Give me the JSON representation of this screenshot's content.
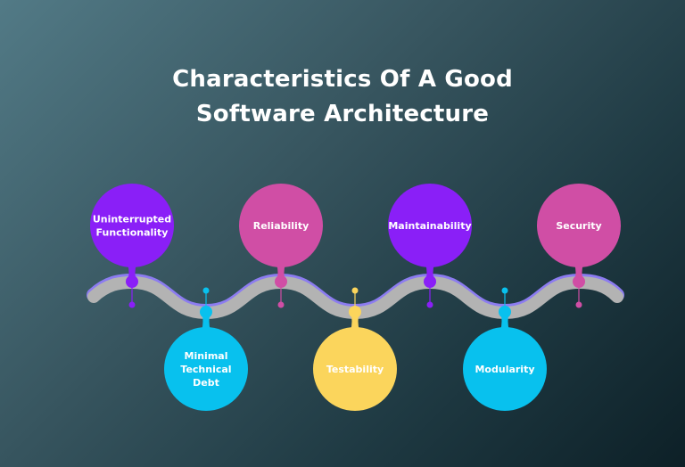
{
  "title": {
    "line1": "Characteristics Of A Good",
    "line2": "Software Architecture"
  },
  "items": [
    {
      "label": [
        "Uninterrupted",
        "Functionality"
      ],
      "color": "#8a1ff7",
      "position": "top"
    },
    {
      "label": [
        "Minimal",
        "Technical",
        "Debt"
      ],
      "color": "#08c1ee",
      "position": "bottom"
    },
    {
      "label": [
        "Reliability"
      ],
      "color": "#d04ea5",
      "position": "top"
    },
    {
      "label": [
        "Testability"
      ],
      "color": "#fbd55c",
      "position": "bottom"
    },
    {
      "label": [
        "Maintainability"
      ],
      "color": "#8a1ff7",
      "position": "top"
    },
    {
      "label": [
        "Modularity"
      ],
      "color": "#08c1ee",
      "position": "bottom"
    },
    {
      "label": [
        "Security"
      ],
      "color": "#d04ea5",
      "position": "top"
    }
  ],
  "colors": {
    "wave": "#b3b3b3",
    "wave_edge": "#8c7cf0"
  }
}
